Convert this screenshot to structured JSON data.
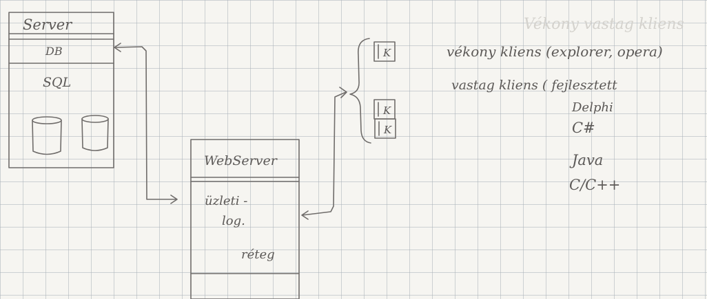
{
  "server": {
    "title": "Server",
    "db_label": "DB",
    "sql_label": "SQL"
  },
  "webserver": {
    "title": "WebServer",
    "layer_line1": "üzleti -",
    "layer_line2": "log.",
    "layer_line3": "réteg"
  },
  "clients": {
    "items": [
      {
        "label": "K"
      },
      {
        "label": "K"
      },
      {
        "label": "K"
      }
    ],
    "thin_client": "vékony kliens (explorer, opera)",
    "thick_client": "vastag kliens ( fejlesztett",
    "languages": [
      "Delphi",
      "C#",
      "Java",
      "C/C++"
    ]
  },
  "faint_text": "Vékony vastag kliens"
}
